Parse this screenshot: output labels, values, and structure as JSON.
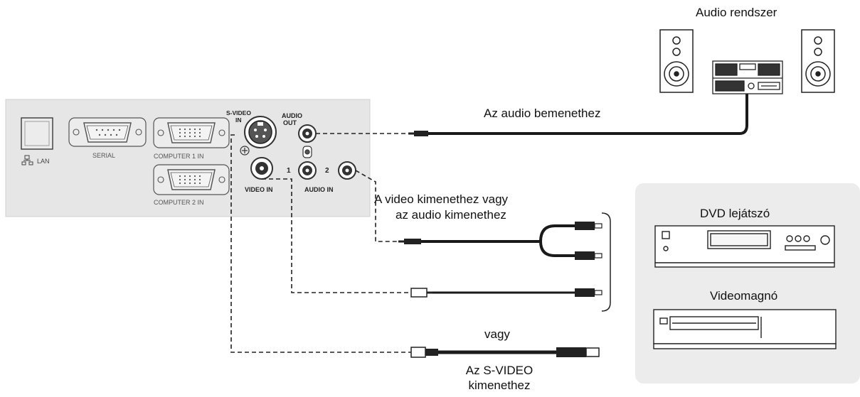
{
  "labels": {
    "audio_system": "Audio rendszer",
    "to_audio_input": "Az audio bemenethez",
    "to_video_output": "A video kimenethez vagy",
    "to_audio_output": "az audio kimenethez",
    "dvd_player": "DVD lejátszó",
    "vcr": "Videomagnó",
    "or": "vagy",
    "to_svideo_output_line1": "Az S-VIDEO",
    "to_svideo_output_line2": "kimenethez"
  },
  "panel": {
    "lan": "LAN",
    "serial": "SERIAL",
    "computer1_in": "COMPUTER 1 IN",
    "computer2_in": "COMPUTER 2 IN",
    "svideo_in_line1": "S-VIDEO",
    "svideo_in_line2": "IN",
    "audio_out_line1": "AUDIO",
    "audio_out_line2": "OUT",
    "video_in": "VIDEO IN",
    "audio_in": "AUDIO IN",
    "audio_in_1": "1",
    "audio_in_2": "2"
  },
  "colors": {
    "panel_bg": "#e6e6e6",
    "device_box_bg": "#ececec",
    "cable": "#1a1a1a",
    "line": "#222222"
  }
}
